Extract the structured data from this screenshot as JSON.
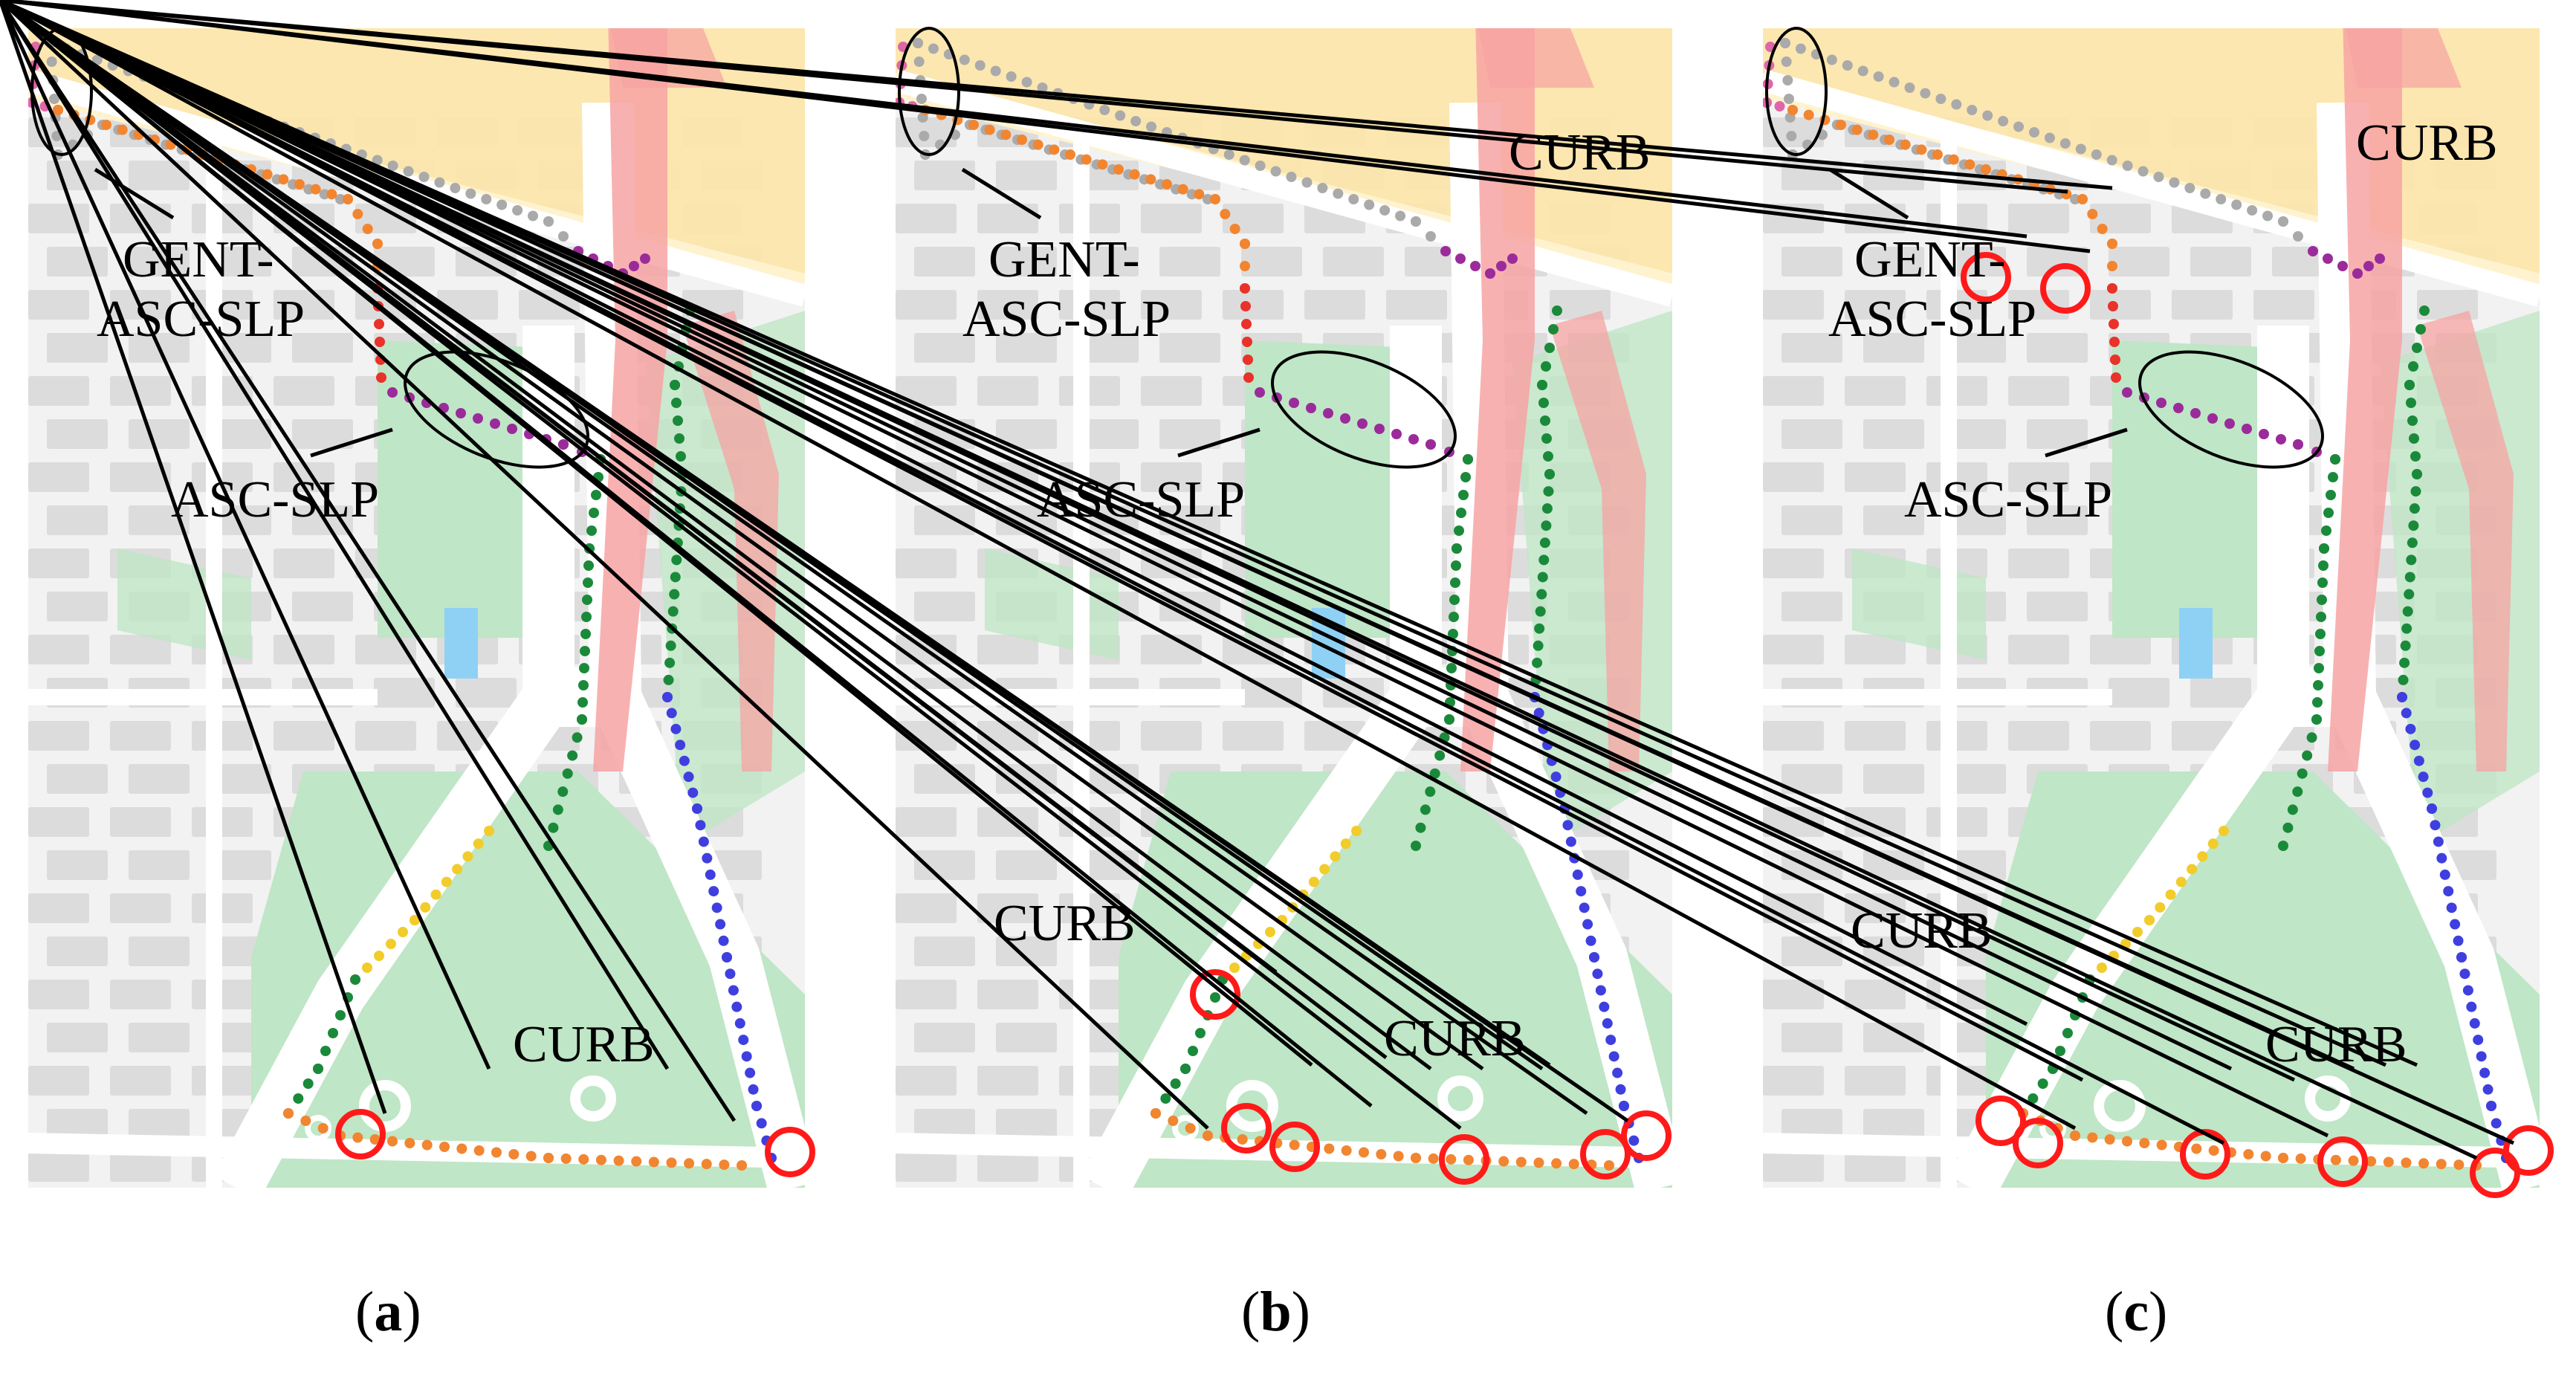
{
  "panels": [
    {
      "id": "a",
      "caption_open": "(",
      "caption_letter": "a",
      "caption_close": ")",
      "labels": [
        "GENT-",
        "ASC-SLP",
        "ASC-SLP",
        "CURB"
      ]
    },
    {
      "id": "b",
      "caption_open": "(",
      "caption_letter": "b",
      "caption_close": ")",
      "labels": [
        "GENT-",
        "ASC-SLP",
        "ASC-SLP",
        "CURB",
        "CURB",
        "CURB"
      ]
    },
    {
      "id": "c",
      "caption_open": "(",
      "caption_letter": "c",
      "caption_close": ")",
      "labels": [
        "GENT-",
        "ASC-SLP",
        "ASC-SLP",
        "CURB",
        "CURB",
        "CURB"
      ]
    }
  ],
  "colors": {
    "map_bg": "#f2f2f2",
    "building": "#dcdcdc",
    "road": "#ffffff",
    "highway": "#fde6a8",
    "rail": "#f7a3a3",
    "park": "#bfe6c6",
    "water": "#8fd1f5",
    "marker_ring": "#ff1a1a",
    "gray_dots": "#aaaaaa",
    "orange_dots": "#f28530",
    "red_dots": "#e8322a",
    "purple_dots": "#9b2b9b",
    "green_dots": "#1a8a3a",
    "blue_dots": "#3f3fe0",
    "pink_dots": "#e066a8",
    "yellow_dots": "#f2cc2a"
  }
}
